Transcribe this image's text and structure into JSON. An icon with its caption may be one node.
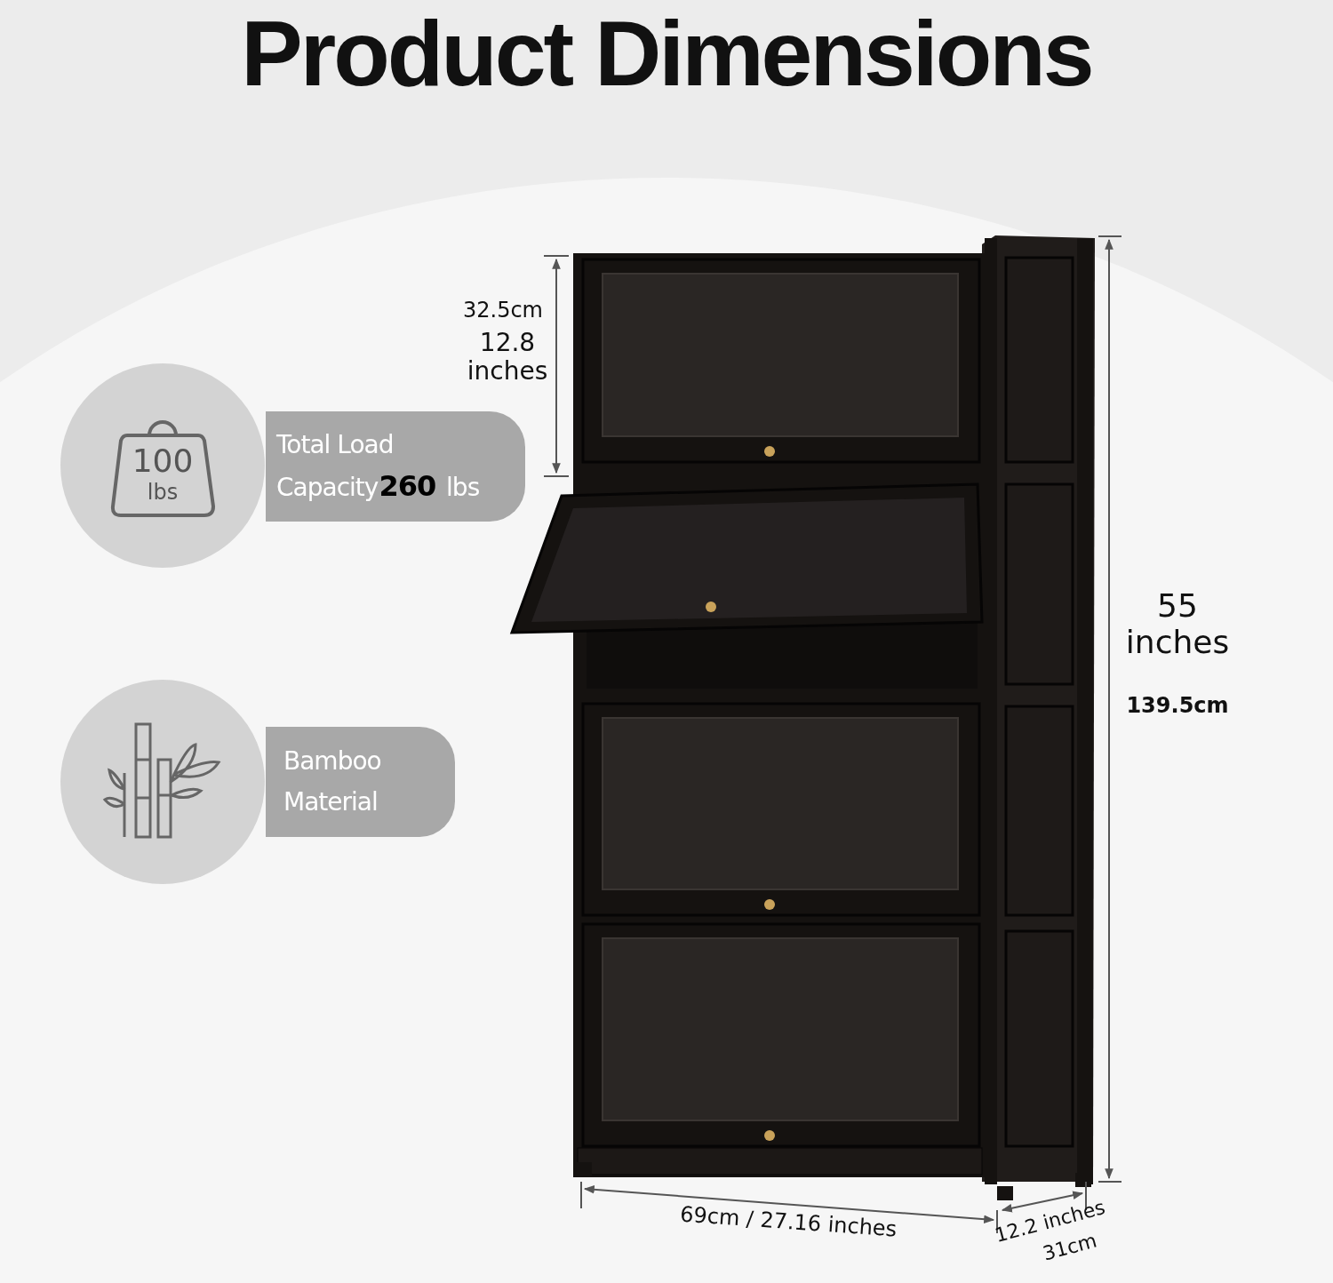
{
  "diagram": {
    "title": "Product Dimensions",
    "nodes": [
      {
        "text": [
          "100",
          "lbs"
        ]
      },
      {
        "text": [
          "Total Load Capacity**260** lbs"
        ]
      },
      {
        "text": [
          "Bamboo Material"
        ]
      }
    ],
    "labels": [
      "32.5cm",
      "12.8 inches",
      "55 inches",
      "139.5cm",
      "69cm / 27.16  inches",
      "12.2 inches",
      "31cm"
    ]
  }
}
